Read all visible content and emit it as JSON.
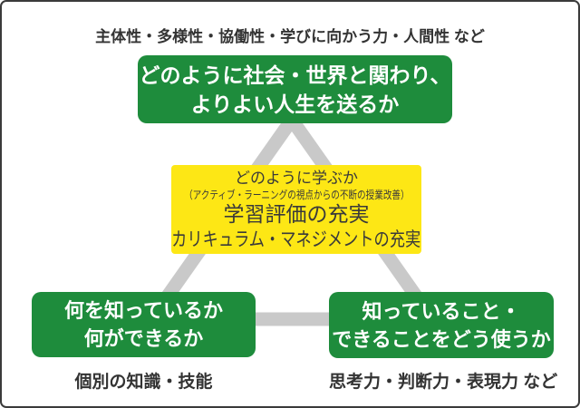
{
  "colors": {
    "green_box": "#1e8c3c",
    "yellow_box": "#fde715",
    "triangle_gray": "#c9c9c9",
    "label_text": "#333333",
    "box_text_white": "#ffffff",
    "canvas_border": "#3b3b3b",
    "background": "#ffffff"
  },
  "top_label": "主体性・多様性・協働性・学びに向かう力・人間性 など",
  "top_box": {
    "line1": "どのように社会・世界と関わり、",
    "line2": "よりよい人生を送るか"
  },
  "center_box": {
    "line1": "どのように学ぶか",
    "line2": "（アクティブ・ラーニングの視点からの不断の授業改善）",
    "line3": "学習評価の充実",
    "line4": "カリキュラム・マネジメントの充実"
  },
  "bottom_left_box": {
    "line1": "何を知っているか",
    "line2": "何ができるか"
  },
  "bottom_left_label": "個別の知識・技能",
  "bottom_right_box": {
    "line1": "知っていること・",
    "line2": "できることをどう使うか"
  },
  "bottom_right_label": "思考力・判断力・表現力 など"
}
